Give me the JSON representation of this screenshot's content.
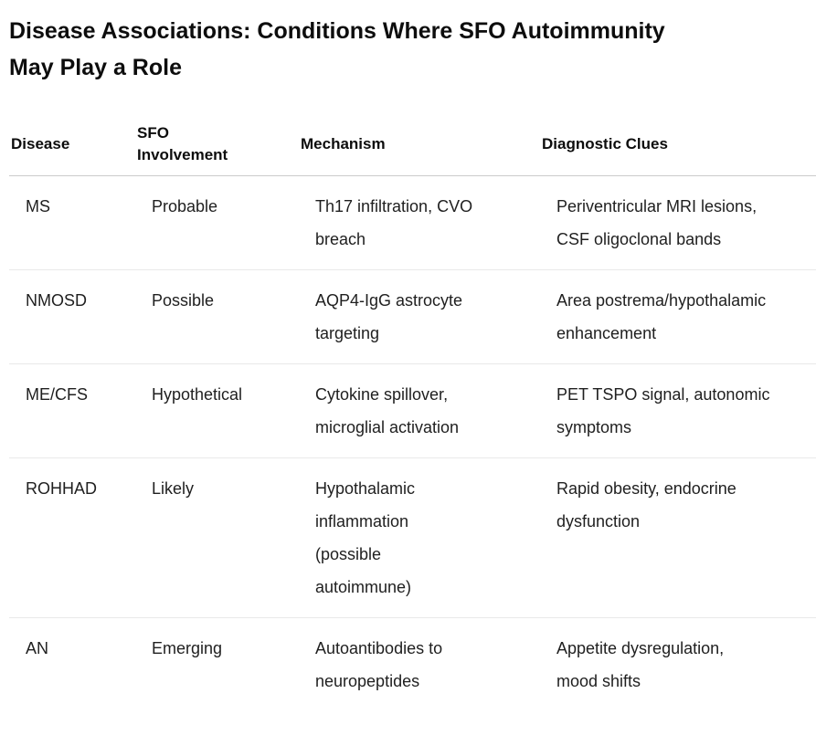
{
  "title": "Disease Associations: Conditions Where SFO Autoimmunity\nMay Play a Role",
  "table": {
    "columns": [
      "Disease",
      "SFO\nInvolvement",
      "Mechanism",
      "Diagnostic Clues"
    ],
    "rows": [
      [
        "MS",
        "Probable",
        "Th17 infiltration, CVO\nbreach",
        "Periventricular MRI lesions,\nCSF oligoclonal bands"
      ],
      [
        "NMOSD",
        "Possible",
        "AQP4-IgG astrocyte\ntargeting",
        "Area postrema/hypothalamic\nenhancement"
      ],
      [
        "ME/CFS",
        "Hypothetical",
        "Cytokine spillover,\nmicroglial activation",
        "PET TSPO signal, autonomic\nsymptoms"
      ],
      [
        "ROHHAD",
        "Likely",
        "Hypothalamic\ninflammation\n(possible\nautoimmune)",
        "Rapid obesity, endocrine\ndysfunction"
      ],
      [
        "AN",
        "Emerging",
        "Autoantibodies to\nneuropeptides",
        "Appetite dysregulation,\nmood shifts"
      ]
    ]
  },
  "colors": {
    "title_color": "#0d0d0d",
    "header_text_color": "#0d0d0d",
    "body_text_color": "#1f1f1f",
    "header_divider_color": "#cbcbcb",
    "row_divider_color": "#e9e9e9",
    "background_color": "#ffffff"
  }
}
